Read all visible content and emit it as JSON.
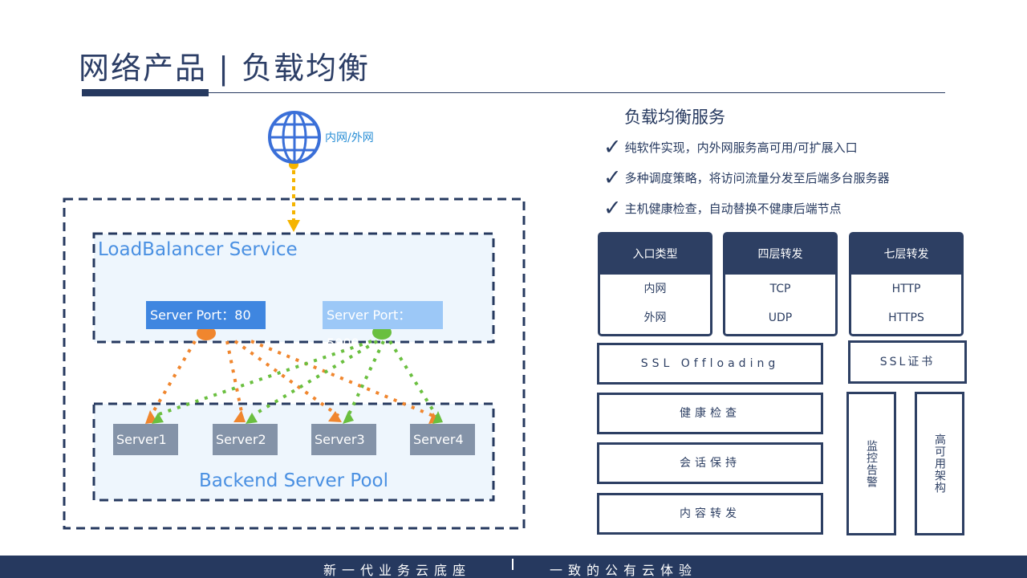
{
  "title": "网络产品 | 负载均衡",
  "globe_label": "内网/外网",
  "lb": {
    "title": "LoadBalancer Service",
    "port1": "Server Port：80",
    "port2": "Server Port：5000"
  },
  "servers": [
    "Server1",
    "Server2",
    "Server3",
    "Server4"
  ],
  "pool_title": "Backend Server Pool",
  "service": {
    "title": "负载均衡服务",
    "features": [
      "纯软件实现，内外网服务高可用/可扩展入口",
      "多种调度策略，将访问流量分发至后端多台服务器",
      "主机健康检查，自动替换不健康后端节点"
    ]
  },
  "cards": [
    {
      "head": "入口类型",
      "items": [
        "内网",
        "外网"
      ]
    },
    {
      "head": "四层转发",
      "items": [
        "TCP",
        "UDP"
      ]
    },
    {
      "head": "七层转发",
      "items": [
        "HTTP",
        "HTTPS"
      ]
    }
  ],
  "boxes": {
    "ssl_offloading": "SSL Offloading",
    "ssl_cert": "SSL证书",
    "health_check": "健康检查",
    "session": "会话保持",
    "content": "内容转发",
    "monitor": "监控告警",
    "ha": "高可用架构"
  },
  "footer": {
    "left": "新一代业务云底座",
    "right": "一致的公有云体验"
  },
  "colors": {
    "navy": "#26395f",
    "blue": "#3f86e0",
    "light_blue": "#9cc8f7",
    "orange": "#f0862e",
    "green": "#6abf3f",
    "gold": "#f5b400"
  }
}
